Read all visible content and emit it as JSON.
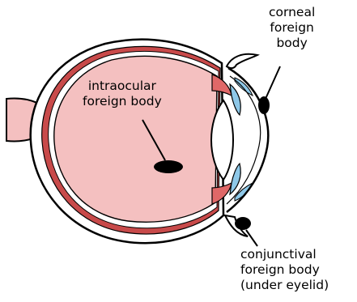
{
  "labels": {
    "intraocular": [
      "intraocular",
      "foreign body"
    ],
    "corneal": [
      "corneal",
      "foreign",
      "body"
    ],
    "conjunctival": [
      "conjunctival",
      "foreign body",
      "(under eyelid)"
    ]
  },
  "colors": {
    "eye_interior": "#f4c0c0",
    "retina_layer": "#d66a6a",
    "choroid_layer": "#c84a4a",
    "cornea_blue": "#8ec8e8",
    "foreign_body": "#000000",
    "outline": "#000000"
  }
}
